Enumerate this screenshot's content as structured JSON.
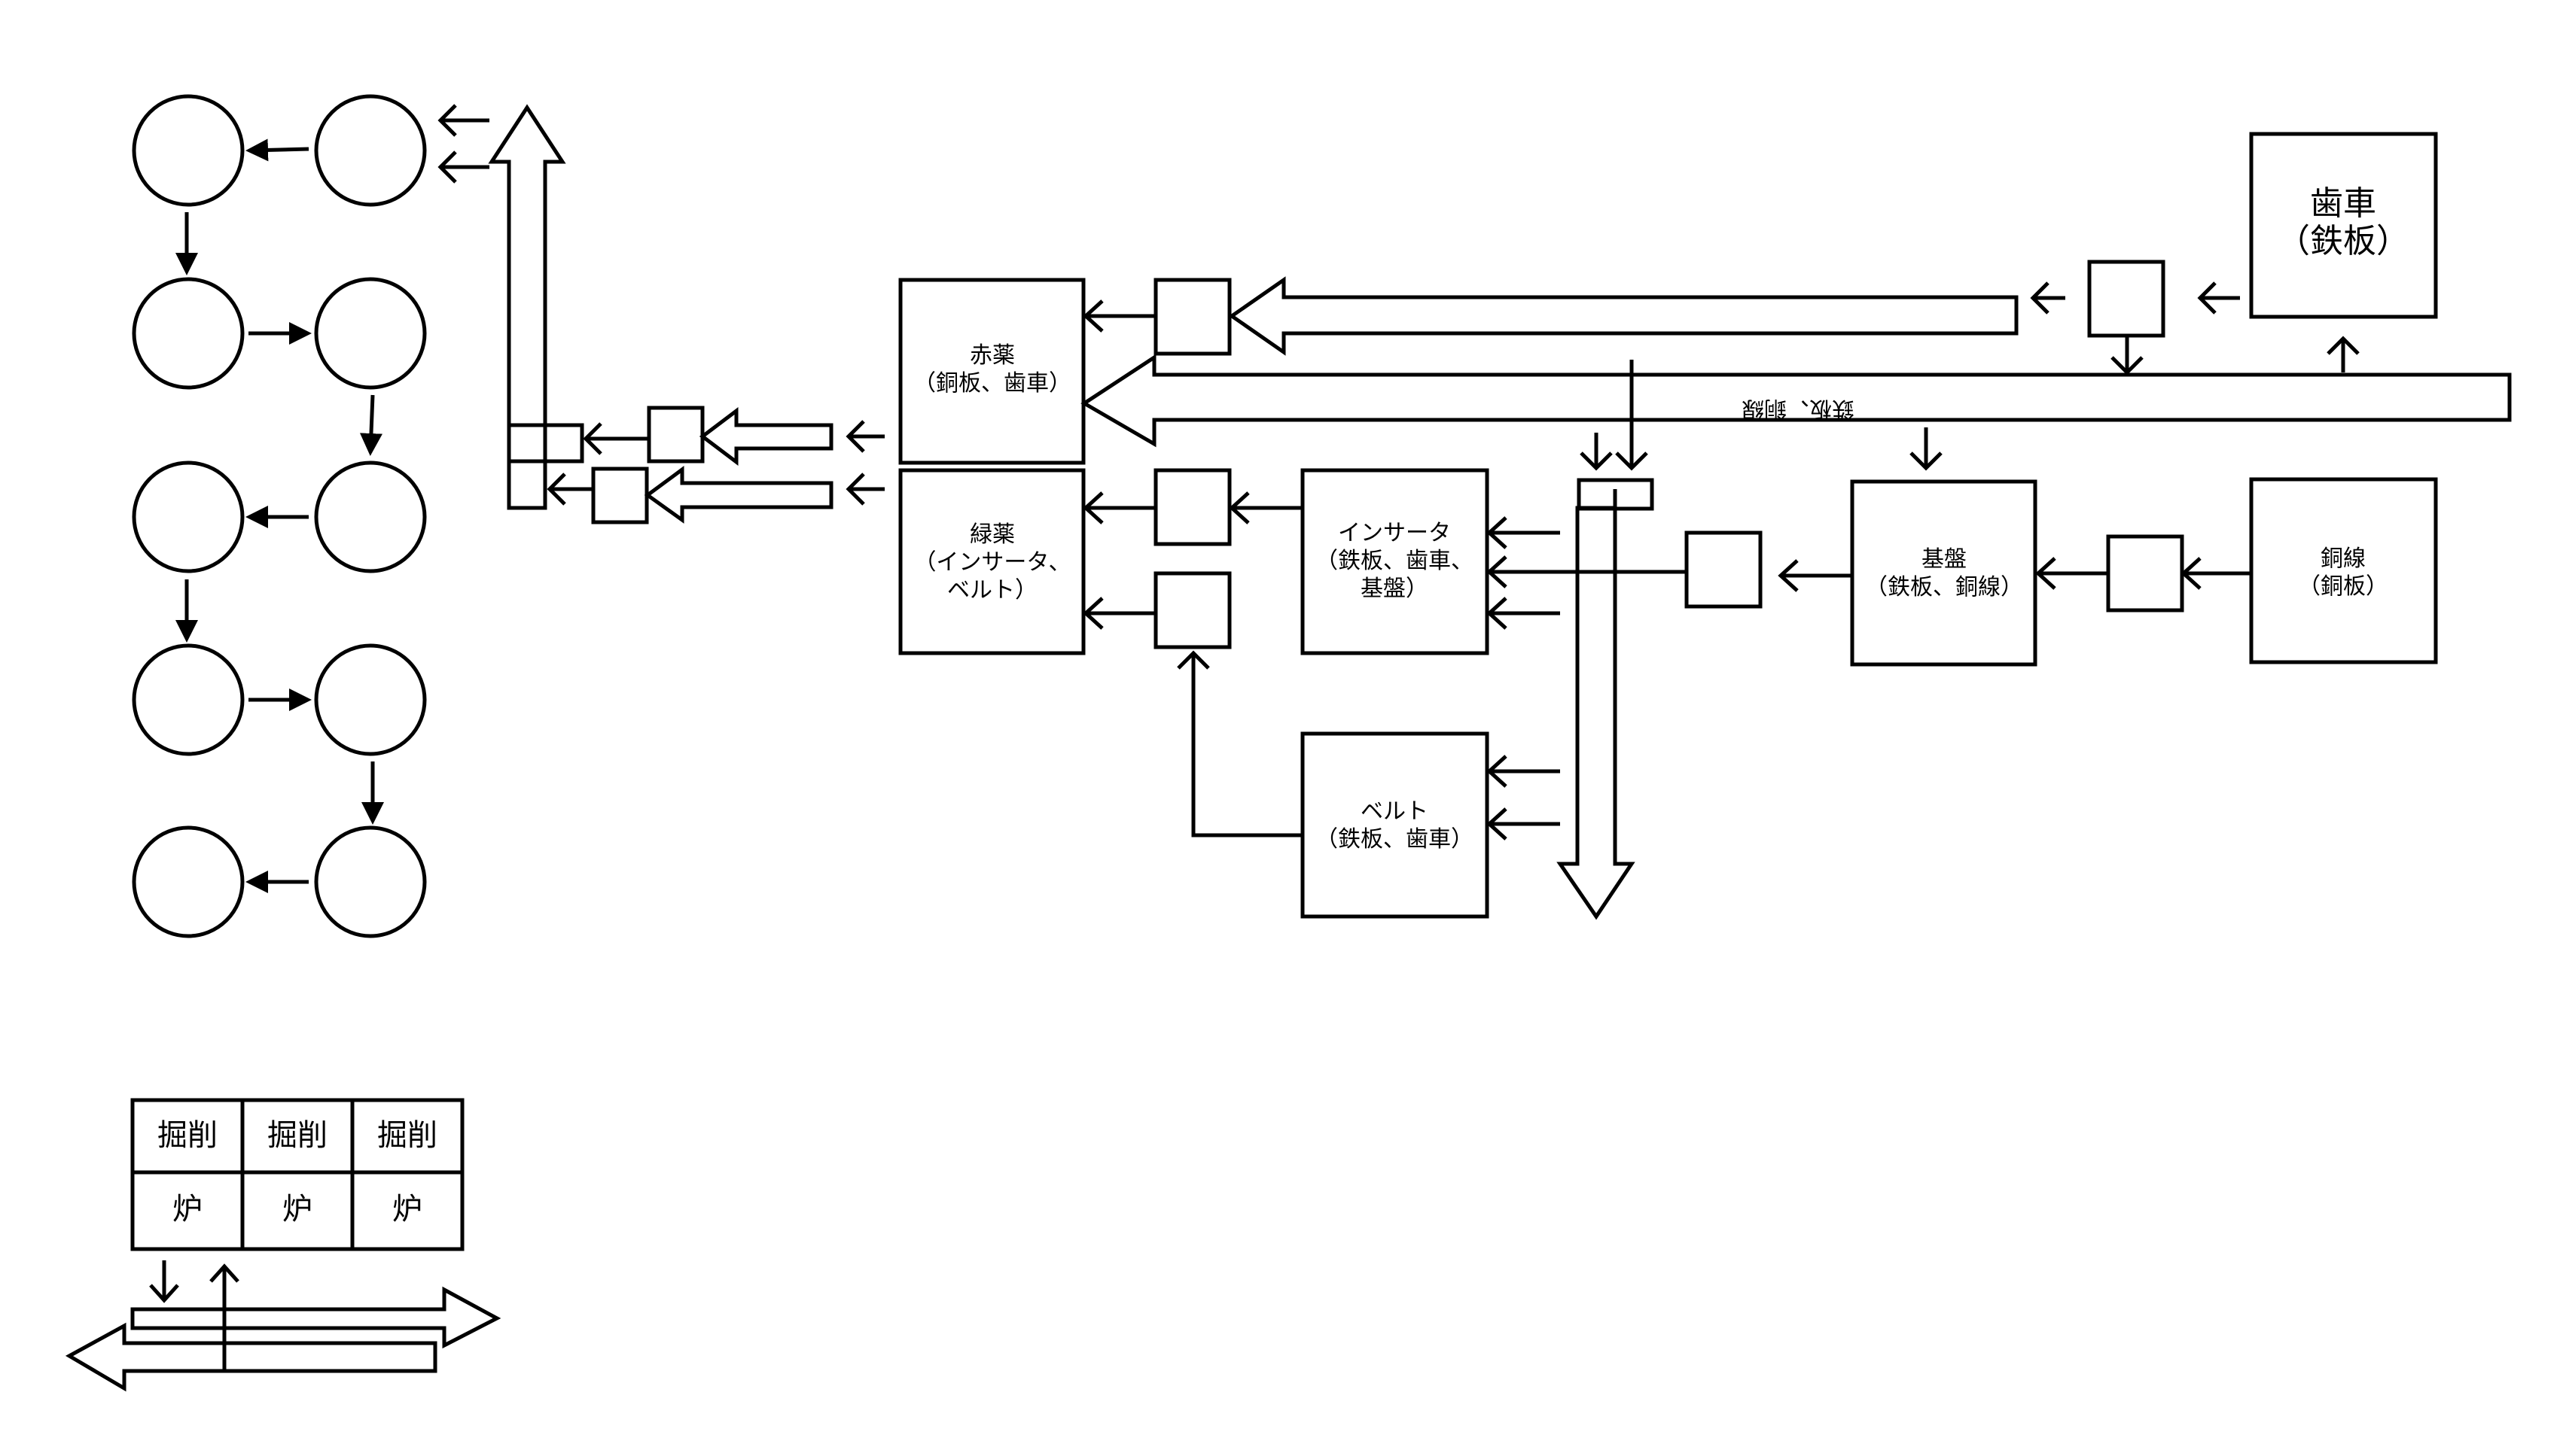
{
  "blocks": {
    "gear": {
      "title": "歯車",
      "inputs": "（鉄板）"
    },
    "red_potion": {
      "title": "赤薬",
      "inputs": "（銅板、歯車）"
    },
    "green_potion": {
      "title": "緑薬",
      "inputs_line1": "（インサータ、",
      "inputs_line2": "ベルト）"
    },
    "inserter": {
      "title": "インサータ",
      "inputs_line1": "（鉄板、歯車、",
      "inputs_line2": "基盤）"
    },
    "belt": {
      "title": "ベルト",
      "inputs": "（鉄板、歯車）"
    },
    "circuit": {
      "title": "基盤",
      "inputs": "（鉄板、銅線）"
    },
    "copper_wire": {
      "title": "銅線",
      "inputs": "（銅板）"
    }
  },
  "main_bus": {
    "label": "鉄板、銅線"
  },
  "mining_grid": {
    "top_row": [
      "掘削",
      "掘削",
      "掘削"
    ],
    "bottom_row": [
      "炉",
      "炉",
      "炉"
    ]
  }
}
